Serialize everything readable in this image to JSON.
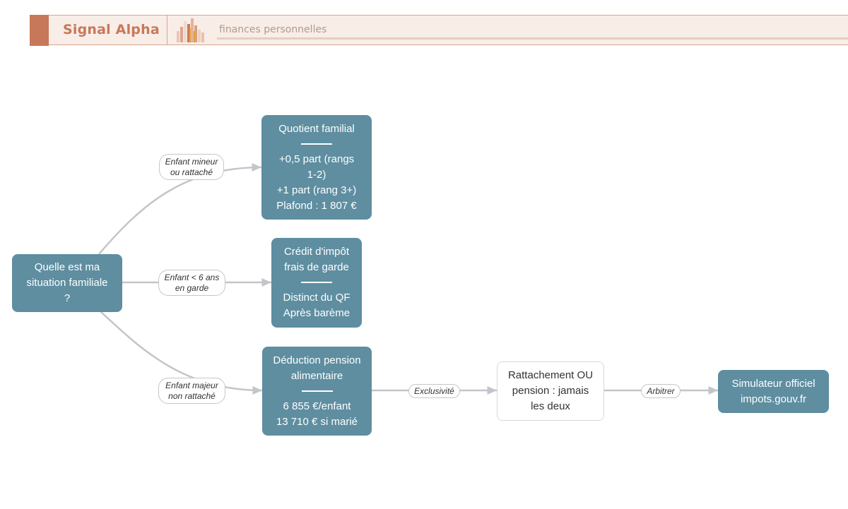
{
  "header": {
    "brand": "Signal Alpha",
    "tagline": "finances personnelles",
    "colors": {
      "accent": "#c8785a",
      "background": "#f8ede7"
    }
  },
  "diagram": {
    "colors": {
      "node": "#5e8ea0",
      "edge": "#c2c6ca"
    },
    "nodes": {
      "root": {
        "lines": [
          "Quelle est ma",
          "situation familiale",
          "?"
        ]
      },
      "qf": {
        "title": "Quotient familial",
        "lines": [
          "+0,5 part (rangs",
          "1-2)",
          "+1 part (rang 3+)",
          "Plafond : 1 807 €"
        ]
      },
      "garde": {
        "title_lines": [
          "Crédit d'impôt",
          "frais de garde"
        ],
        "lines": [
          "Distinct du QF",
          "Après barème"
        ]
      },
      "pension": {
        "title_lines": [
          "Déduction pension",
          "alimentaire"
        ],
        "lines": [
          "6 855 €/enfant",
          "13 710 € si marié"
        ]
      },
      "rattachement": {
        "lines": [
          "Rattachement OU",
          "pension : jamais",
          "les deux"
        ]
      },
      "simulateur": {
        "lines": [
          "Simulateur officiel",
          "impots.gouv.fr"
        ]
      }
    },
    "edge_labels": {
      "mineur": [
        "Enfant mineur",
        "ou rattaché"
      ],
      "garde": [
        "Enfant < 6 ans",
        "en garde"
      ],
      "majeur": [
        "Enfant majeur",
        "non rattaché"
      ],
      "exclusivite": [
        "Exclusivité"
      ],
      "arbitrer": [
        "Arbitrer"
      ]
    }
  }
}
